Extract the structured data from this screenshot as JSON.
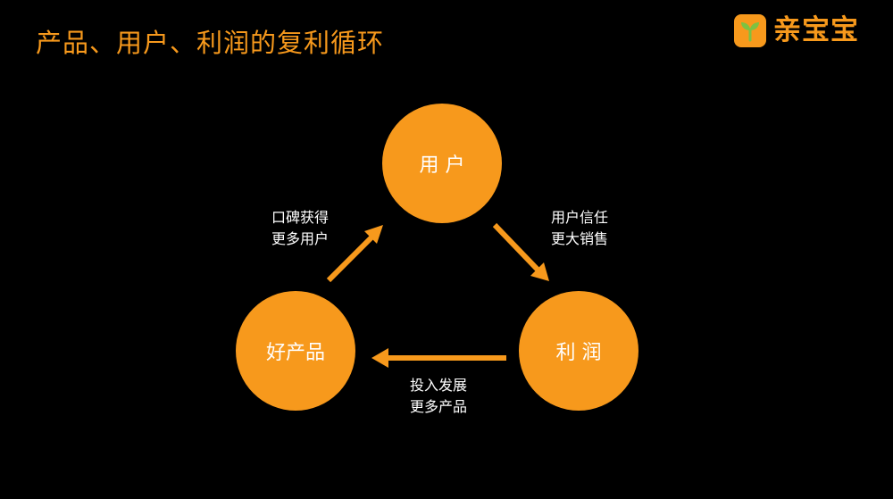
{
  "slide": {
    "title": "产品、用户、利润的复利循环"
  },
  "logo": {
    "text": "亲宝宝",
    "icon": "sprout-icon"
  },
  "diagram": {
    "nodes": [
      {
        "label": "用 户"
      },
      {
        "label": "利 润"
      },
      {
        "label": "好产品"
      }
    ],
    "edges": [
      {
        "label": [
          "口碑获得",
          "更多用户"
        ]
      },
      {
        "label": [
          "用户信任",
          "更大销售"
        ]
      },
      {
        "label": [
          "投入发展",
          "更多产品"
        ]
      }
    ]
  },
  "colors": {
    "accent": "#F7991C",
    "background": "#000000",
    "text": "#FFFFFF",
    "logo_leaf": "#7CC242"
  }
}
